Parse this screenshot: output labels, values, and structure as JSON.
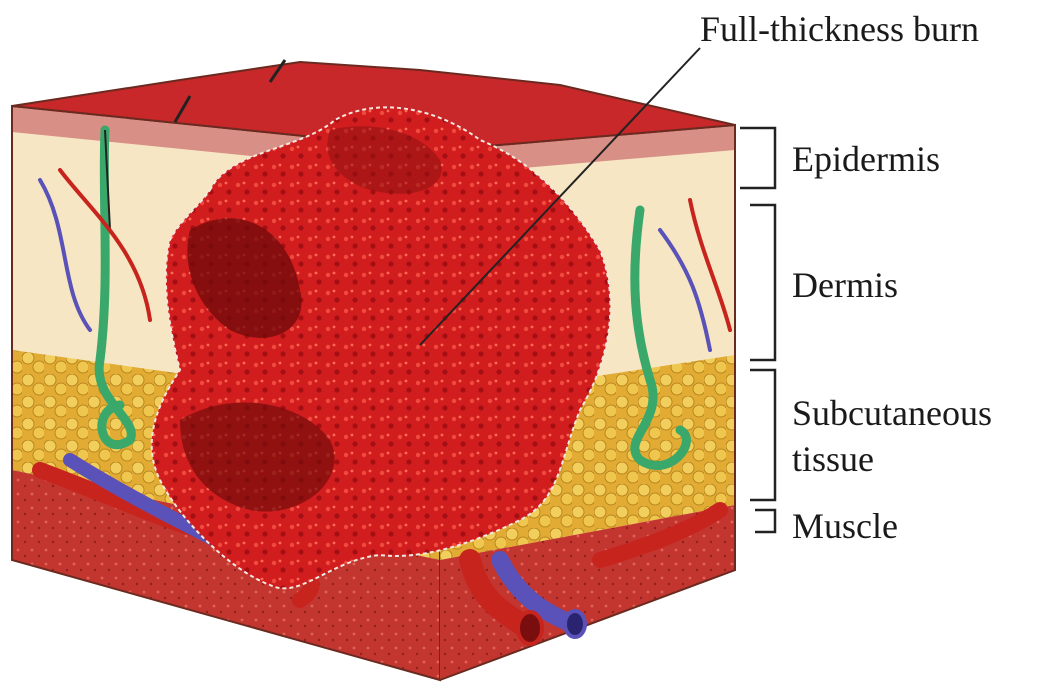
{
  "diagram": {
    "title_label": "Full-thickness burn",
    "layers": {
      "epidermis": "Epidermis",
      "dermis": "Dermis",
      "subcutaneous_line1": "Subcutaneous",
      "subcutaneous_line2": "tissue",
      "muscle": "Muscle"
    }
  },
  "colors": {
    "burn": "#d41e1e",
    "burn_dark": "#6e0a0a",
    "epidermis": "#f2c6c0",
    "dermis": "#f6e6c4",
    "fat": "#e8b53a",
    "muscle": "#c0322c",
    "artery": "#c8241e",
    "vein": "#5a52b8",
    "gland": "#3aa86a"
  }
}
